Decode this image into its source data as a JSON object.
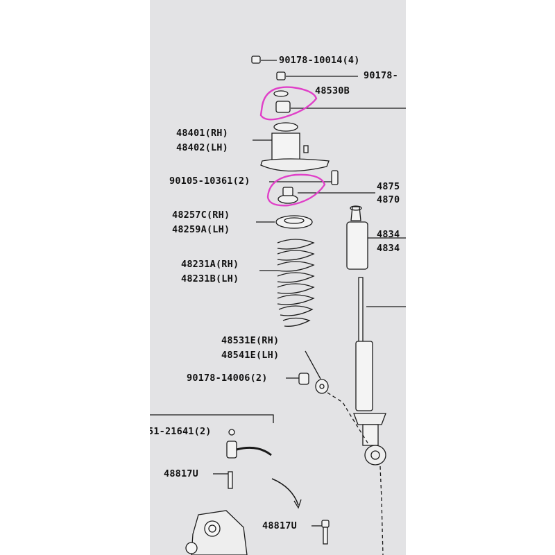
{
  "diagram": {
    "callouts": [
      {
        "id": "nut-90178-10014",
        "text": "90178-10014(4)"
      },
      {
        "id": "nut-90178-top",
        "text": "90178-"
      },
      {
        "id": "bushing-48530",
        "text": "48530B"
      },
      {
        "id": "support-48401",
        "text": "48401(RH)"
      },
      {
        "id": "support-48402",
        "text": "48402(LH)"
      },
      {
        "id": "bolt-90105",
        "text": "90105-10361(2)"
      },
      {
        "id": "part-4875",
        "text": "4875"
      },
      {
        "id": "part-4870",
        "text": "4870"
      },
      {
        "id": "insulator-48257",
        "text": "48257C(RH)"
      },
      {
        "id": "insulator-48259",
        "text": "48259A(LH)"
      },
      {
        "id": "part-4834-a",
        "text": "4834"
      },
      {
        "id": "part-4834-b",
        "text": "4834"
      },
      {
        "id": "spring-48231a",
        "text": "48231A(RH)"
      },
      {
        "id": "spring-48231b",
        "text": "48231B(LH)"
      },
      {
        "id": "bushing-48531",
        "text": "48531E(RH)"
      },
      {
        "id": "bushing-48541",
        "text": "48541E(LH)"
      },
      {
        "id": "nut-90178-14006",
        "text": "90178-14006(2)"
      },
      {
        "id": "bolt-21641",
        "text": "51-21641(2)"
      },
      {
        "id": "bolt-48817-a",
        "text": "48817U"
      },
      {
        "id": "bolt-48817-b",
        "text": "48817U"
      }
    ],
    "highlight_color": "#e040c8",
    "line_color": "#1a1a1a"
  }
}
